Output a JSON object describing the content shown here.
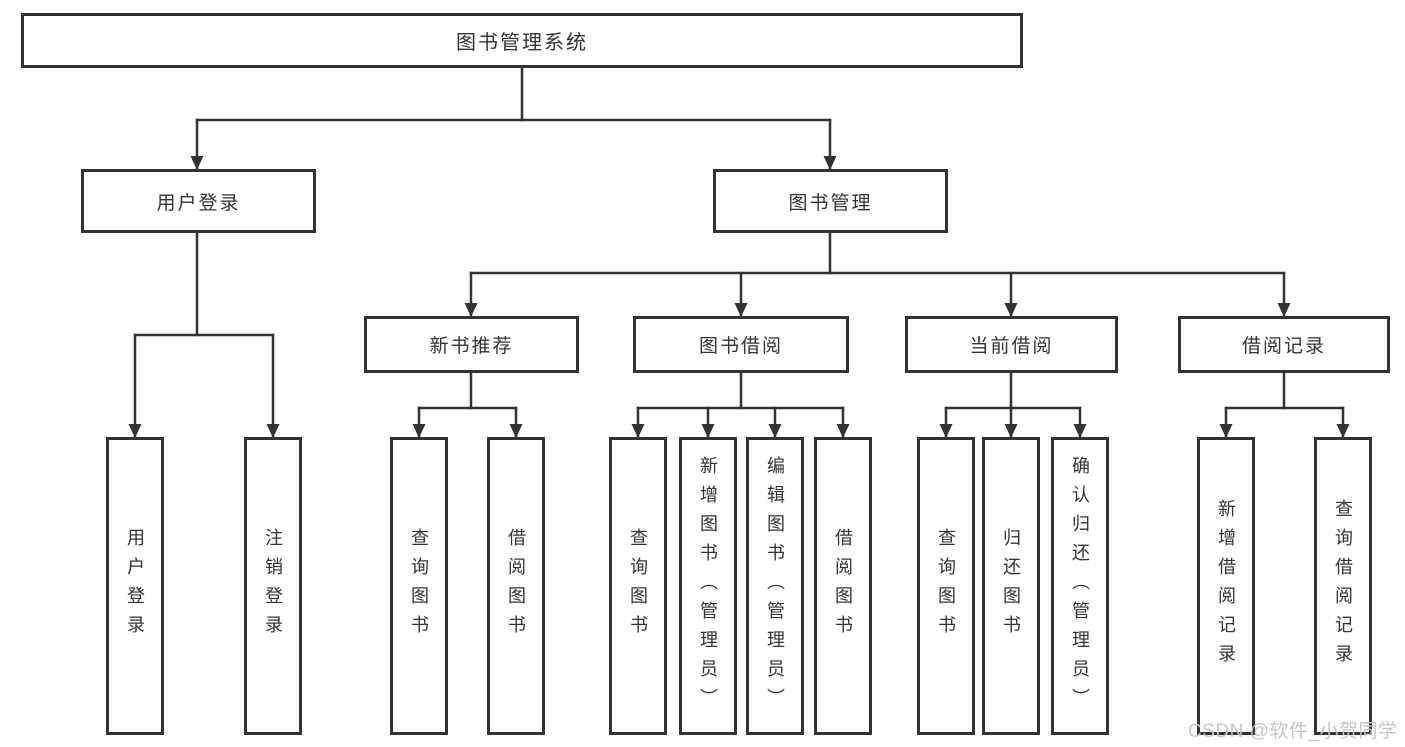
{
  "tree": {
    "root": {
      "label": "图书管理系统"
    },
    "level2": [
      {
        "label": "用户登录",
        "children": [
          {
            "label": "用户登录"
          },
          {
            "label": "注销登录"
          }
        ]
      },
      {
        "label": "图书管理",
        "children": [
          {
            "label": "新书推荐",
            "children": [
              {
                "label": "查询图书"
              },
              {
                "label": "借阅图书"
              }
            ]
          },
          {
            "label": "图书借阅",
            "children": [
              {
                "label": "查询图书"
              },
              {
                "label": "新增图书（管理员）"
              },
              {
                "label": "编辑图书（管理员）"
              },
              {
                "label": "借阅图书"
              }
            ]
          },
          {
            "label": "当前借阅",
            "children": [
              {
                "label": "查询图书"
              },
              {
                "label": "归还图书"
              },
              {
                "label": "确认归还（管理员）"
              }
            ]
          },
          {
            "label": "借阅记录",
            "children": [
              {
                "label": "新增借阅记录"
              },
              {
                "label": "查询借阅记录"
              }
            ]
          }
        ]
      }
    ]
  },
  "watermark": {
    "text": "CSDN @软件_小贺同学"
  },
  "colors": {
    "line": "#333333",
    "box_border": "#333333",
    "box_background": "#ffffff",
    "text": "#333333",
    "watermark": "#c6c6c6"
  }
}
